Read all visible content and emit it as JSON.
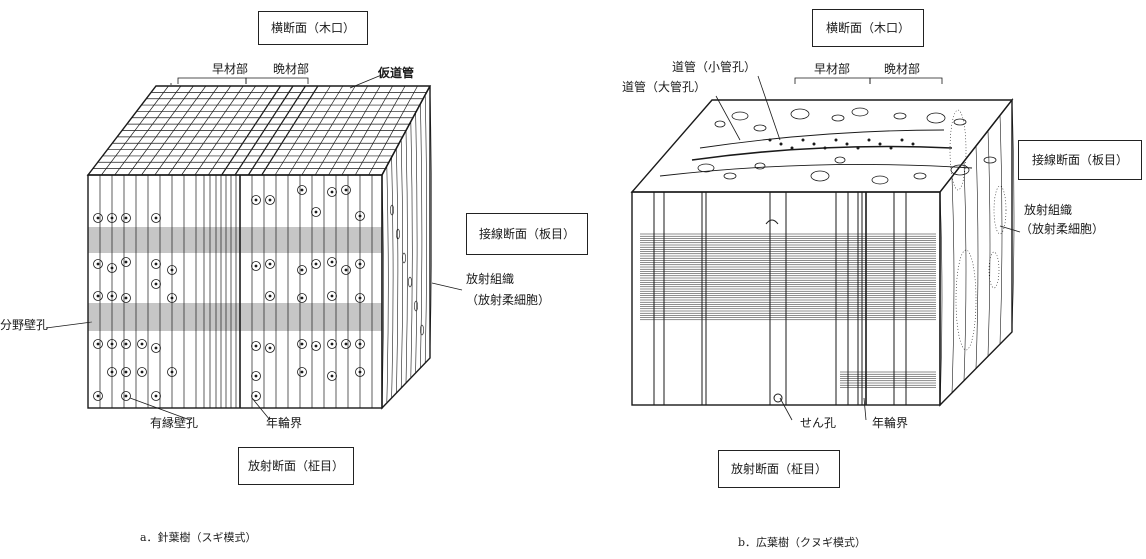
{
  "figure_a": {
    "box_cross_section": "横断面（木口）",
    "box_tangential": "接線断面（板目）",
    "box_radial": "放射断面（柾目）",
    "earlywood": "早材部",
    "latewood": "晩材部",
    "tracheid": "仮道管",
    "ray_tissue": "放射組織",
    "ray_parenchyma": "（放射柔細胞）",
    "cross_field_pit": "分野壁孔",
    "bordered_pit": "有縁壁孔",
    "ring_boundary": "年輪界",
    "caption": "a．針葉樹（スギ模式）"
  },
  "figure_b": {
    "box_cross_section": "横断面（木口）",
    "box_tangential": "接線断面（板目）",
    "box_radial": "放射断面（柾目）",
    "vessel_small": "道管（小管孔）",
    "vessel_large": "道管（大管孔）",
    "earlywood": "早材部",
    "latewood": "晩材部",
    "ray_tissue": "放射組織",
    "ray_parenchyma": "（放射柔細胞）",
    "perforation": "せん孔",
    "ring_boundary": "年輪界",
    "caption": "b．広葉樹（クヌギ模式）"
  }
}
